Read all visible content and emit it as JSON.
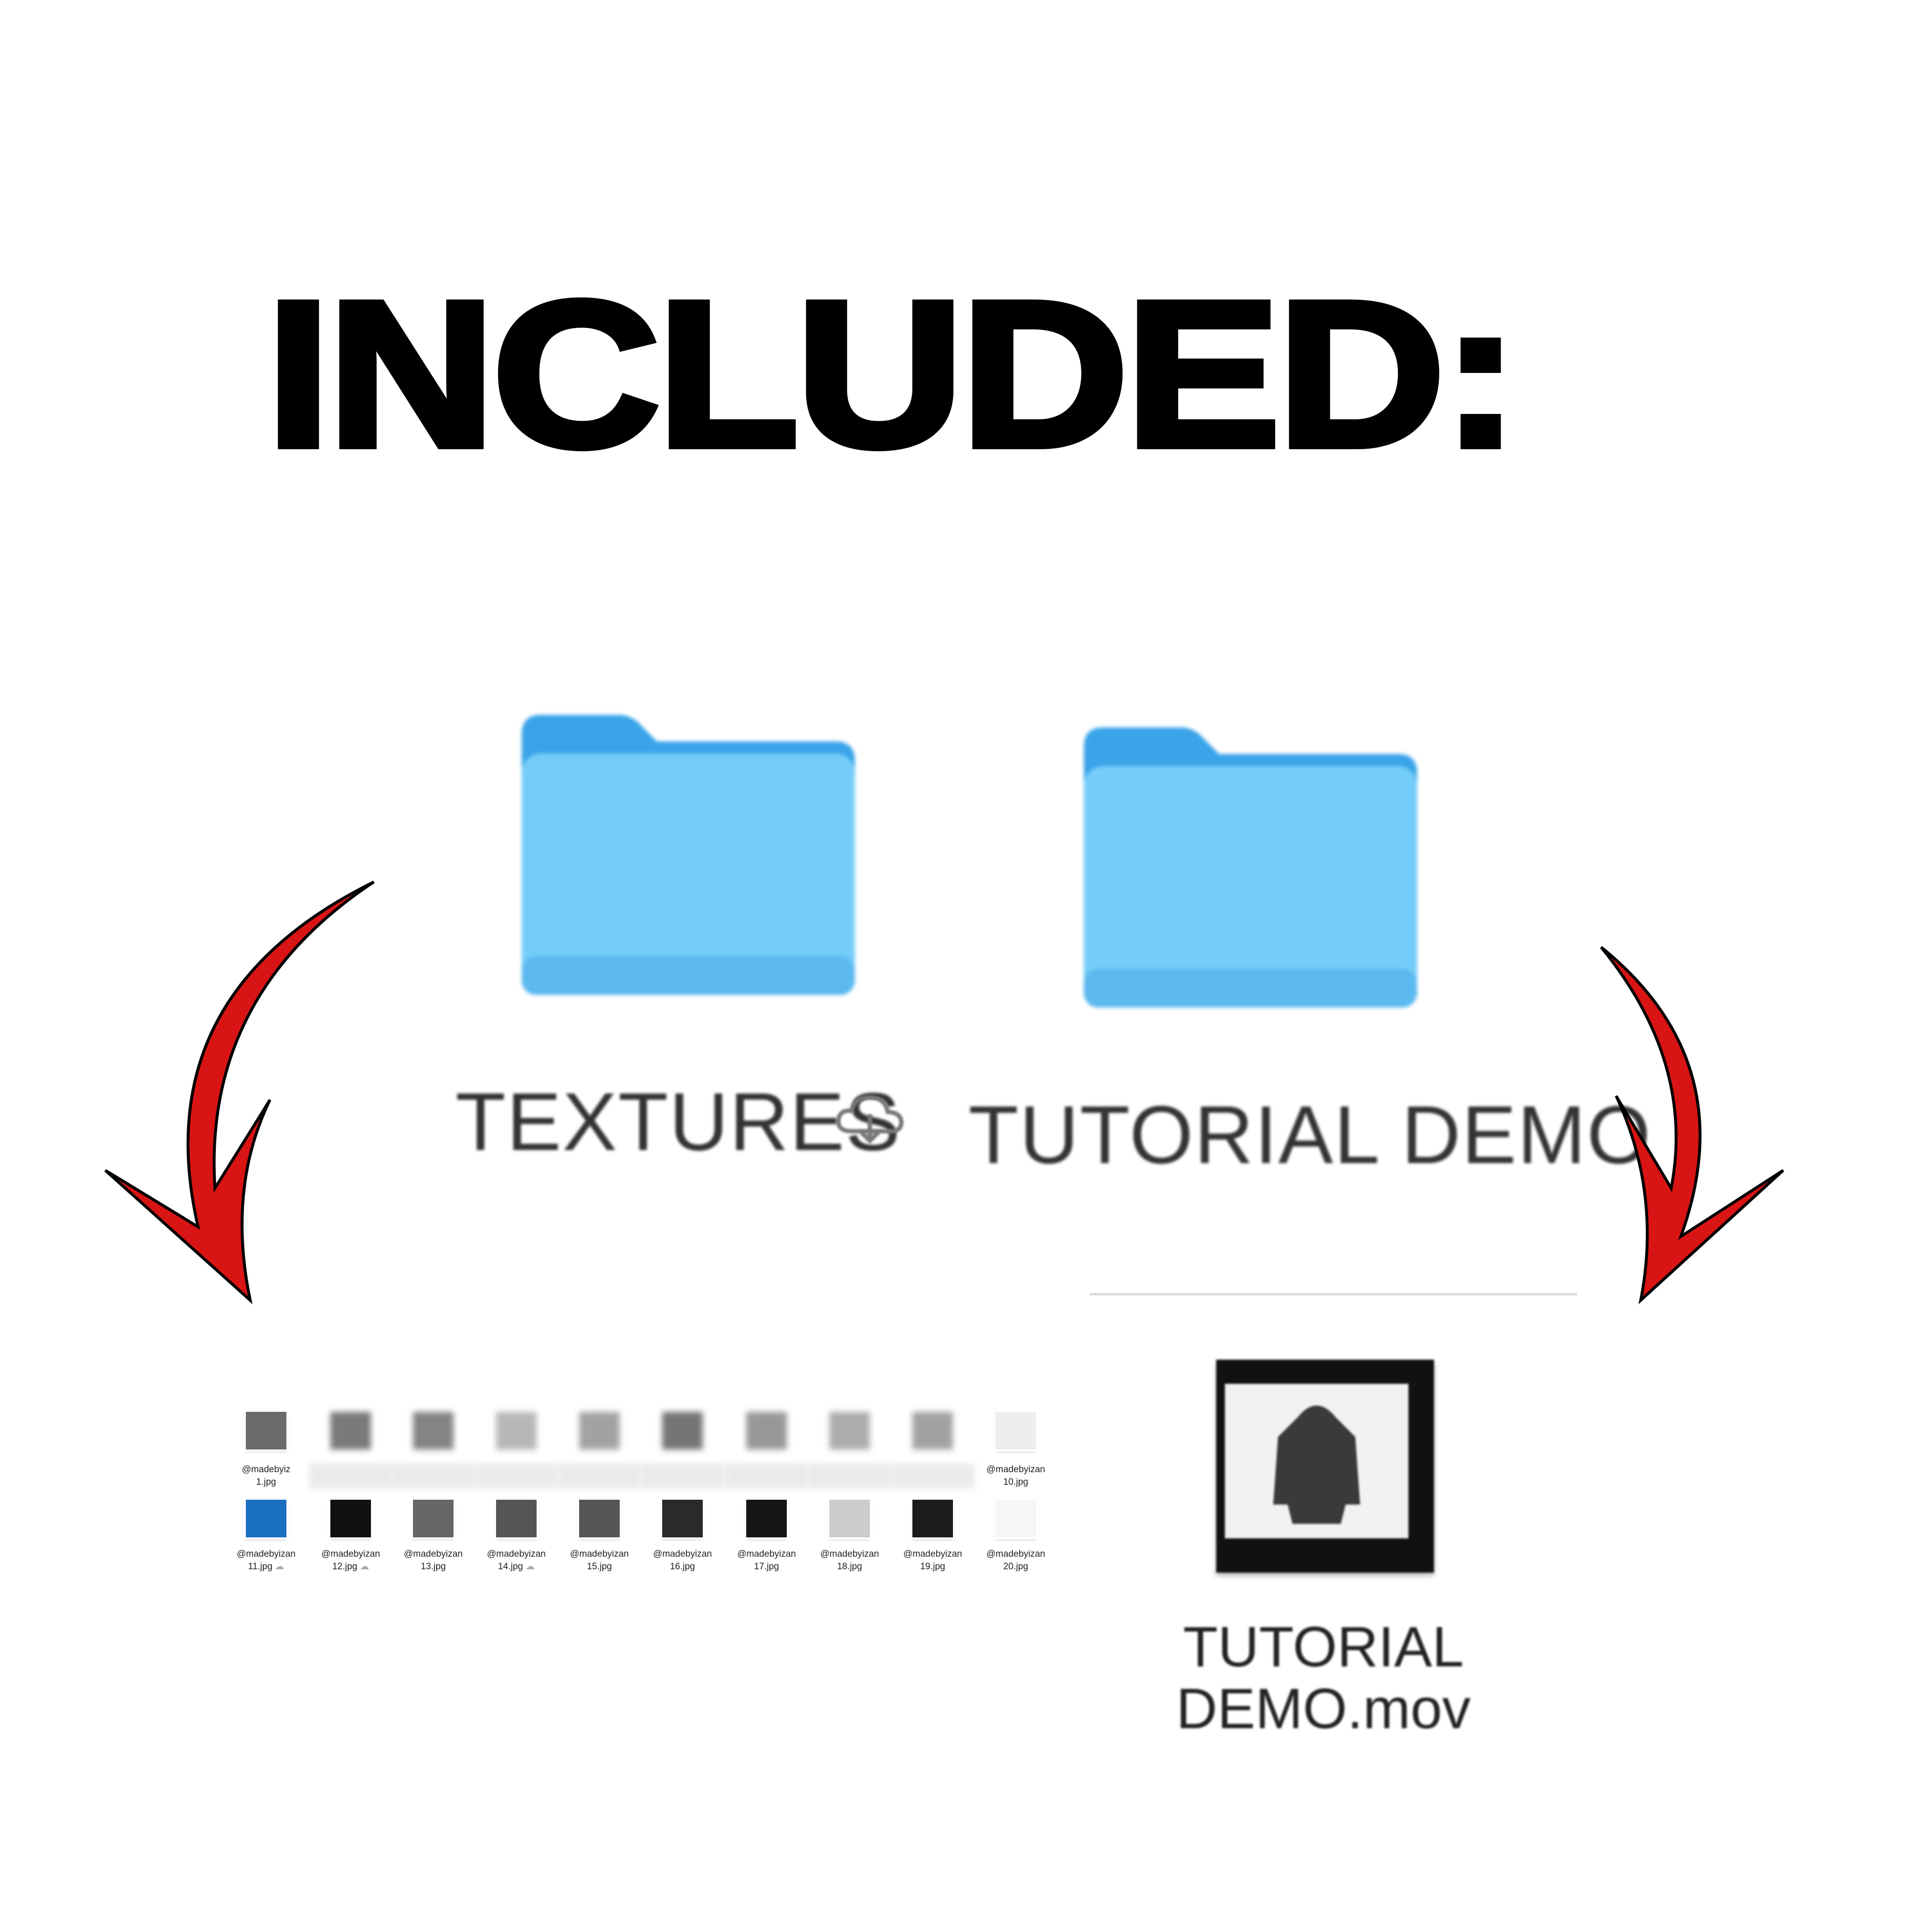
{
  "heading": "INCLUDED:",
  "colors": {
    "folder": "#74cdf8",
    "folder_tab": "#3aa4e8",
    "arrow": "#d81414"
  },
  "folders": [
    {
      "label": "TEXTURES",
      "icon": "cloud-download-icon"
    },
    {
      "label": "TUTORIAL DEMO"
    }
  ],
  "textures": {
    "row1": [
      {
        "name": "@madebyiz",
        "ext": "1.jpg",
        "tone": "#6a6a6a"
      },
      {
        "name": "",
        "ext": "",
        "tone": "#222"
      },
      {
        "name": "",
        "ext": "",
        "tone": "#333"
      },
      {
        "name": "",
        "ext": "",
        "tone": "#888"
      },
      {
        "name": "",
        "ext": "",
        "tone": "#666"
      },
      {
        "name": "",
        "ext": "",
        "tone": "#1a1a1a"
      },
      {
        "name": "",
        "ext": "",
        "tone": "#555"
      },
      {
        "name": "",
        "ext": "",
        "tone": "#777"
      },
      {
        "name": "",
        "ext": "",
        "tone": "#666"
      },
      {
        "name": "@madebyizan",
        "ext": "10.jpg",
        "tone": "#eee"
      }
    ],
    "row2": [
      {
        "name": "@madebyizan",
        "ext": "11.jpg",
        "tone": "#1a6fc0",
        "cloud": true
      },
      {
        "name": "@madebyizan",
        "ext": "12.jpg",
        "tone": "#111",
        "cloud": true
      },
      {
        "name": "@madebyizan",
        "ext": "13.jpg",
        "tone": "#666"
      },
      {
        "name": "@madebyizan",
        "ext": "14.jpg",
        "tone": "#555",
        "cloud": true
      },
      {
        "name": "@madebyizan",
        "ext": "15.jpg",
        "tone": "#555"
      },
      {
        "name": "@madebyizan",
        "ext": "16.jpg",
        "tone": "#2a2a2a"
      },
      {
        "name": "@madebyizan",
        "ext": "17.jpg",
        "tone": "#151515"
      },
      {
        "name": "@madebyizan",
        "ext": "18.jpg",
        "tone": "#ccc"
      },
      {
        "name": "@madebyizan",
        "ext": "19.jpg",
        "tone": "#1c1c1c"
      },
      {
        "name": "@madebyizan",
        "ext": "20.jpg",
        "tone": "#f6f6f6"
      }
    ]
  },
  "video": {
    "caption_line1": "TUTORIAL",
    "caption_line2": "DEMO.mov"
  }
}
